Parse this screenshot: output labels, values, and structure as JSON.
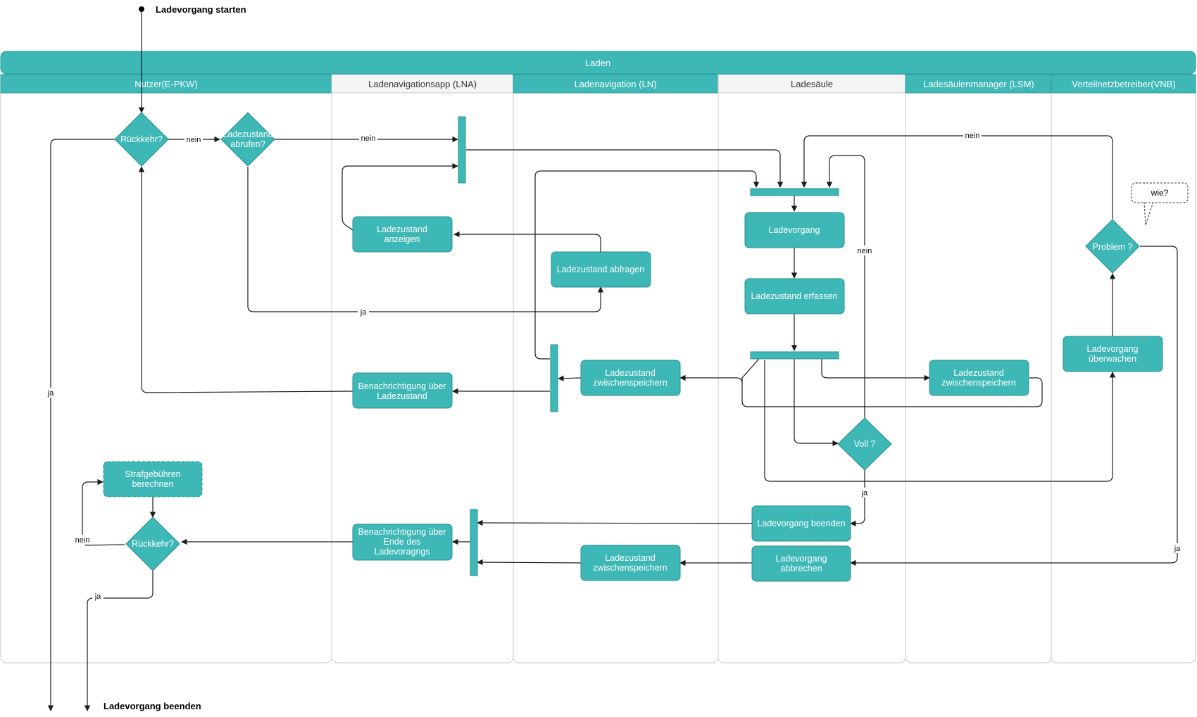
{
  "diagram": {
    "pool_title": "Laden",
    "lanes": [
      {
        "id": "nutzer",
        "title": "Nutzer(E-PKW)",
        "header_style": "teal"
      },
      {
        "id": "lna",
        "title": "Ladenavigationsapp (LNA)",
        "header_style": "gray"
      },
      {
        "id": "ln",
        "title": "Ladenavigation (LN)",
        "header_style": "teal"
      },
      {
        "id": "saeule",
        "title": "Ladesäule",
        "header_style": "gray"
      },
      {
        "id": "lsm",
        "title": "Ladesäulenmanager (LSM)",
        "header_style": "teal"
      },
      {
        "id": "vnb",
        "title": "Verteilnetzbetreiber(VNB)",
        "header_style": "teal"
      }
    ],
    "terminals": {
      "start": "Ladevorgang starten",
      "end": "Ladevorgang beenden"
    },
    "nodes": [
      {
        "id": "rueckkehr1",
        "kind": "decision",
        "lines": [
          "Rückkehr?"
        ]
      },
      {
        "id": "ladezustand_abrufen",
        "kind": "decision",
        "lines": [
          "Ladezustand",
          "abrufen?"
        ]
      },
      {
        "id": "ladezustand_anzeigen",
        "kind": "action",
        "lines": [
          "Ladezustand",
          "anzeigen"
        ]
      },
      {
        "id": "ladezustand_abfragen",
        "kind": "action",
        "lines": [
          "Ladezustand abfragen"
        ]
      },
      {
        "id": "ladevorgang",
        "kind": "action",
        "lines": [
          "Ladevorgang"
        ]
      },
      {
        "id": "ladezustand_erfassen",
        "kind": "action",
        "lines": [
          "Ladezustand erfassen"
        ]
      },
      {
        "id": "ln_zwischenspeichern",
        "kind": "action",
        "lines": [
          "Ladezustand",
          "zwischenspeichern"
        ]
      },
      {
        "id": "lsm_zwischenspeichern",
        "kind": "action",
        "lines": [
          "Ladezustand",
          "zwischenspeichern"
        ]
      },
      {
        "id": "benachrichtigung_ladezustand",
        "kind": "action",
        "lines": [
          "Benachrichtigung über",
          "Ladezustand"
        ]
      },
      {
        "id": "voll",
        "kind": "decision",
        "lines": [
          "Voll ?"
        ]
      },
      {
        "id": "ladevorgang_ueberwachen",
        "kind": "action",
        "lines": [
          "Ladevorgang",
          "überwachen"
        ]
      },
      {
        "id": "problem",
        "kind": "decision",
        "lines": [
          "Problem ?"
        ]
      },
      {
        "id": "strafgebuehren",
        "kind": "action",
        "dashed": true,
        "lines": [
          "Strafgebühren",
          "berechnen"
        ]
      },
      {
        "id": "rueckkehr2",
        "kind": "decision",
        "lines": [
          "Rückkehr?"
        ]
      },
      {
        "id": "ladevorgang_beenden",
        "kind": "action",
        "lines": [
          "Ladevorgang beenden"
        ]
      },
      {
        "id": "ladevorgang_abbrechen",
        "kind": "action",
        "lines": [
          "Ladevorgang",
          "abbrechen"
        ]
      },
      {
        "id": "ln_zwischenspeichern2",
        "kind": "action",
        "lines": [
          "Ladezustand",
          "zwischenspeichern"
        ]
      },
      {
        "id": "benachrichtigung_ende",
        "kind": "action",
        "lines": [
          "Benachrichtigung über",
          "Ende des",
          "Ladevoragngs"
        ]
      }
    ],
    "note": {
      "text": "wie?"
    },
    "edge_labels": {
      "nein": "nein",
      "ja": "ja"
    }
  },
  "colors": {
    "accent": "#3db8b6",
    "accent_border": "#2a8f8d",
    "header_gray": "#f5f5f5",
    "line": "#1b1b1b"
  }
}
